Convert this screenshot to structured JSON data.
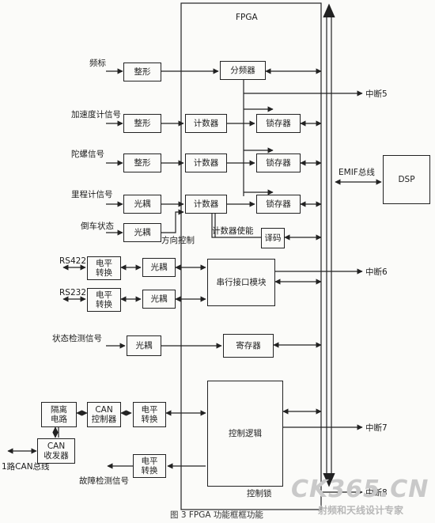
{
  "fpga_title": "FPGA",
  "inputs": {
    "freq_mark": "频标",
    "accel": "加速度计信号",
    "gyro": "陀螺信号",
    "odometer": "里程计信号",
    "reverse": "倒车状态",
    "rs422": "RS422",
    "rs232": "RS232",
    "status_detect": "状态检测信号",
    "fault_detect": "故障检测信号",
    "can_bus": "1路CAN总线"
  },
  "blocks": {
    "shaper": "整形",
    "optocoupler": "光耦",
    "divider": "分频器",
    "counter": "计数器",
    "latch": "锁存器",
    "decoder": "译码",
    "level_conv_l1": "电平",
    "level_conv_l2": "转换",
    "serial_module": "串行接口模块",
    "register": "寄存器",
    "control_logic": "控制逻辑",
    "isolation_l1": "隔离",
    "isolation_l2": "电路",
    "can_ctrl_l1": "CAN",
    "can_ctrl_l2": "控制器",
    "can_xcvr_l1": "CAN",
    "can_xcvr_l2": "收发器",
    "dsp": "DSP"
  },
  "signals": {
    "direction_ctrl": "方向控制",
    "counter_enable": "计数器使能",
    "emif_bus": "EMIF总线",
    "int5": "中断5",
    "int6": "中断6",
    "int7": "中断7",
    "int8": "中断8",
    "control_lock": "控制锁"
  },
  "caption": "图 3   FPGA 功能框框功能",
  "watermark": {
    "logo": "CK365.CN",
    "tagline": "射频和天线设计专家"
  }
}
